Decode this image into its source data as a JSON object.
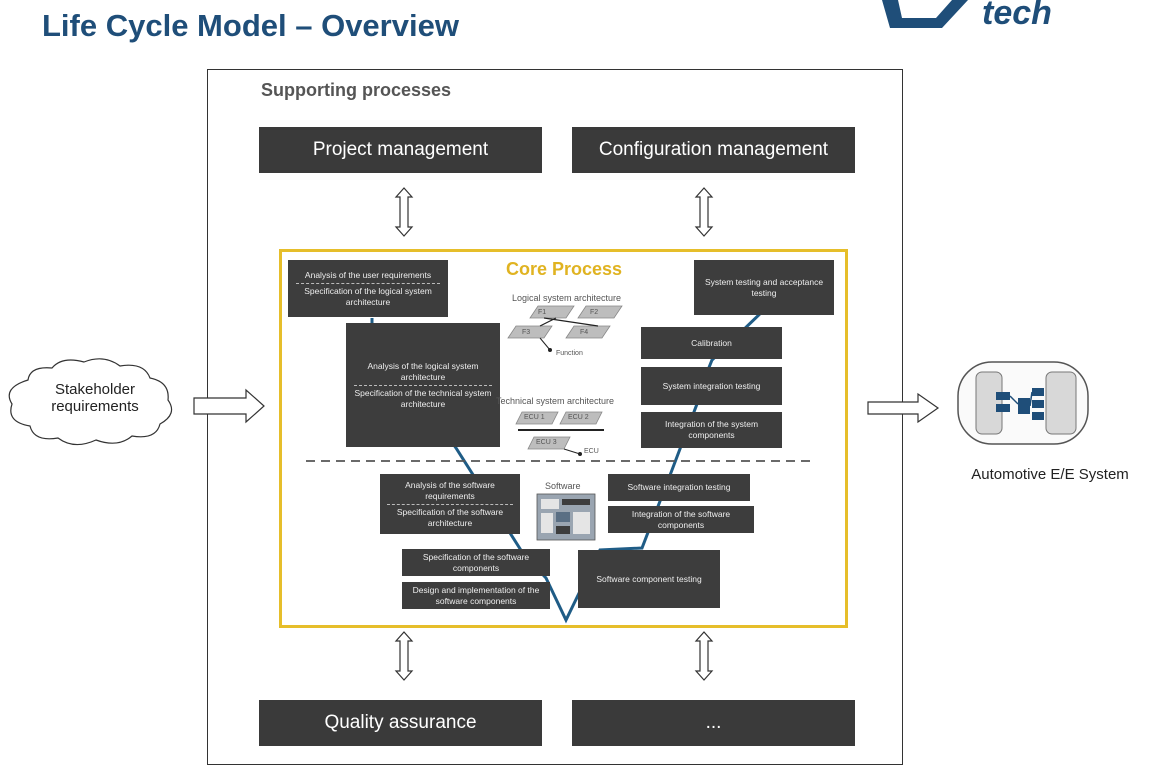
{
  "header": {
    "title": "Life Cycle Model – Overview",
    "logo_text": "tech"
  },
  "supporting": {
    "title": "Supporting processes",
    "top_left": "Project management",
    "top_right": "Configuration management",
    "bottom_left": "Quality assurance",
    "bottom_right": "..."
  },
  "core": {
    "title": "Core Process",
    "left_boxes": [
      {
        "a": "Analysis of the user requirements",
        "b": "Specification of the logical system architecture"
      },
      {
        "a": "Analysis of the logical system architecture",
        "b": "Specification of the technical system architecture"
      },
      {
        "a": "Analysis of the software requirements",
        "b": "Specification of the software architecture"
      },
      {
        "a": "Specification of the software components"
      },
      {
        "a": "Design and implementation of the software components"
      }
    ],
    "right_boxes": [
      "System testing and acceptance testing",
      "Calibration",
      "System integration testing",
      "Integration of the system components",
      "Software integration testing",
      "Integration of the software components",
      "Software component testing"
    ],
    "logical_label": "Logical system architecture",
    "function_label": "Function",
    "f_labels": [
      "F1",
      "F2",
      "F3",
      "F4"
    ],
    "technical_label": "Technical system architecture",
    "ecu_labels": [
      "ECU 1",
      "ECU 2",
      "ECU 3"
    ],
    "ecu_label": "ECU",
    "software_label": "Software"
  },
  "side": {
    "stakeholder": "Stakeholder requirements",
    "automotive": "Automotive E/E System"
  },
  "colors": {
    "title": "#1f4e79",
    "core_border": "#e6be2a",
    "box_dark": "#3a3a3a",
    "v_line": "#1f5c86"
  }
}
